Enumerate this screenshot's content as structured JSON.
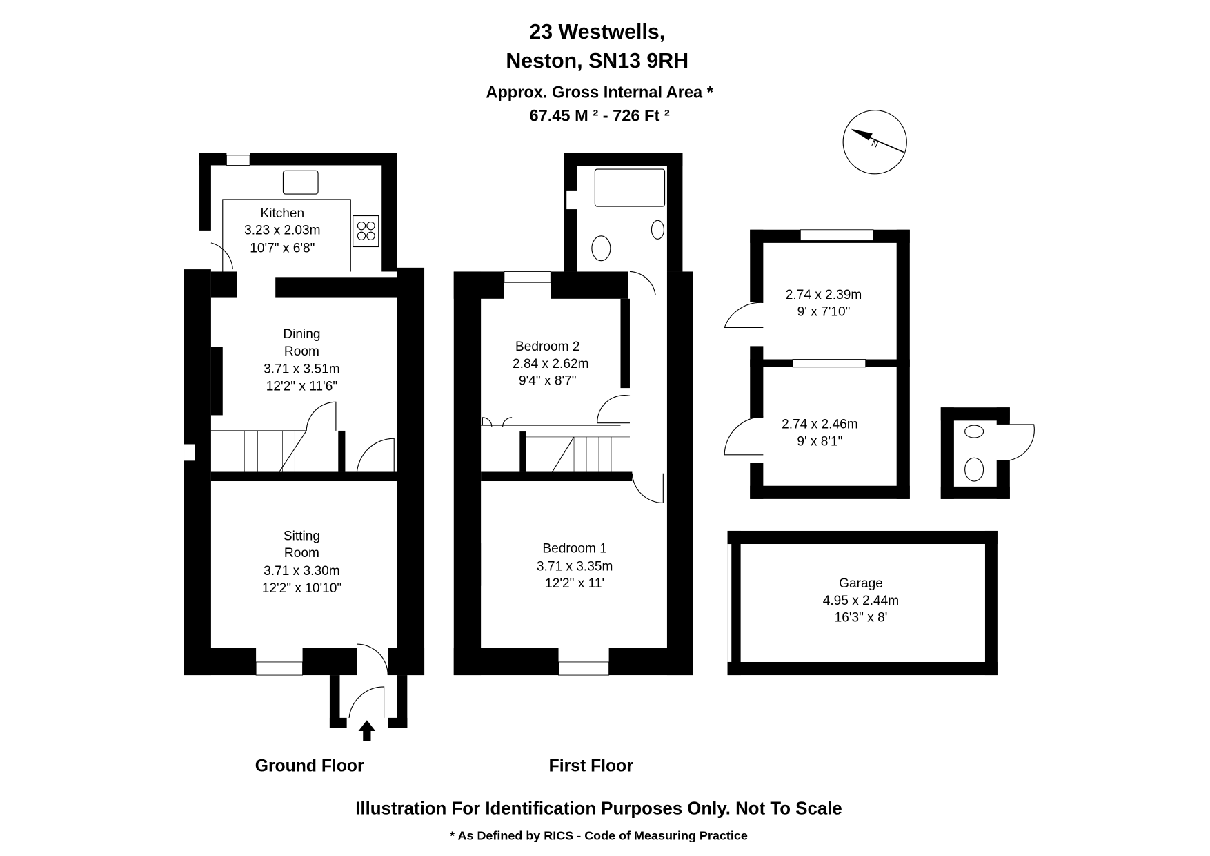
{
  "header": {
    "address_line1": "23 Westwells,",
    "address_line2": "Neston, SN13 9RH",
    "area_label": "Approx. Gross Internal Area *",
    "area_value": "67.45 M ² - 726 Ft ²"
  },
  "compass": {
    "letter": "N"
  },
  "ground_floor": {
    "label": "Ground Floor",
    "rooms": [
      {
        "name": "Kitchen",
        "metric": "3.23 x 2.03m",
        "imperial": "10'7\" x 6'8\""
      },
      {
        "name": "Dining",
        "name2": "Room",
        "metric": "3.71 x 3.51m",
        "imperial": "12'2\" x 11'6\""
      },
      {
        "name": "Sitting",
        "name2": "Room",
        "metric": "3.71 x 3.30m",
        "imperial": "12'2\" x 10'10\""
      }
    ]
  },
  "first_floor": {
    "label": "First Floor",
    "rooms": [
      {
        "name": "Bedroom 2",
        "metric": "2.84 x 2.62m",
        "imperial": "9'4\" x 8'7\""
      },
      {
        "name": "Bedroom 1",
        "metric": "3.71 x 3.35m",
        "imperial": "12'2\" x 11'"
      }
    ]
  },
  "outbuildings": {
    "rooms": [
      {
        "metric": "2.74 x 2.39m",
        "imperial": "9' x 7'10\""
      },
      {
        "metric": "2.74 x 2.46m",
        "imperial": "9' x 8'1\""
      },
      {
        "name": "Garage",
        "metric": "4.95 x 2.44m",
        "imperial": "16'3\" x 8'"
      }
    ]
  },
  "footer": {
    "disclaimer": "Illustration For Identification Purposes Only. Not To Scale",
    "note": "* As Defined by RICS - Code of Measuring Practice"
  }
}
